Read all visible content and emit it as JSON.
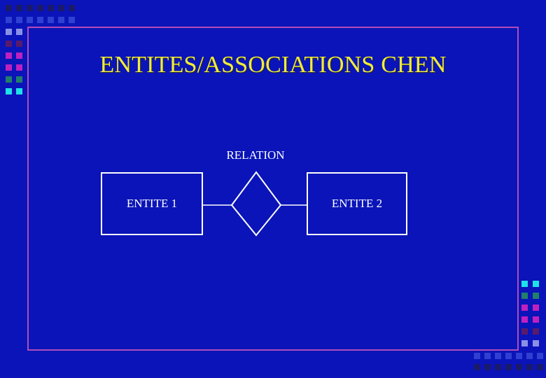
{
  "title": "ENTITES/ASSOCIATIONS CHEN",
  "diagram": {
    "relation_label": "RELATION",
    "entity_left": "ENTITE 1",
    "entity_right": "ENTITE 2"
  },
  "colors": {
    "background": "#0a14b8",
    "frame_border": "#b04cb8",
    "title_text": "#f0ec3c",
    "diagram_lines": "#ffffff",
    "square_palette": [
      "#1a1a6a",
      "#3040d0",
      "#8a90e8",
      "#5a1a6a",
      "#c020c0",
      "#20806a",
      "#20e0e8"
    ]
  }
}
